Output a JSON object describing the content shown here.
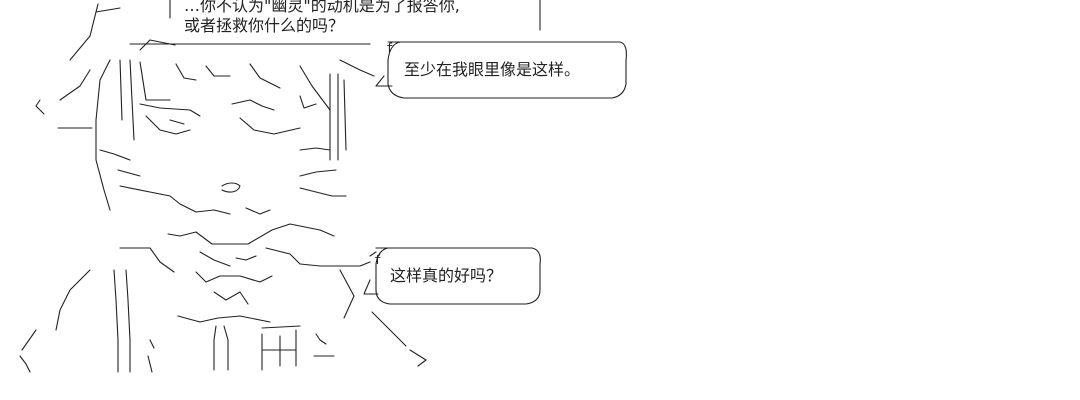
{
  "dialogue": {
    "top_line_1": "…你不认为\"幽灵\"的动机是为了报答你,",
    "top_line_2": "或者拯救你什么的吗？",
    "middle": "至少在我眼里像是这样。",
    "lower": "这样真的好吗？"
  },
  "colors": {
    "ink": "#222222",
    "background": "#ffffff"
  }
}
